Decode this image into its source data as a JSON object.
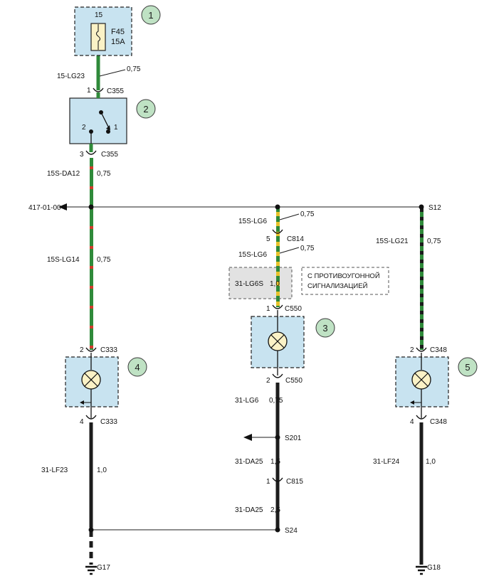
{
  "components": [
    {
      "id": "fuse",
      "callout": "1",
      "pin_label": "15",
      "name": "F45",
      "rating": "15A"
    },
    {
      "id": "switch",
      "callout": "2",
      "contact_a": "2",
      "contact_b": "1"
    },
    {
      "id": "lamp-center",
      "callout": "3"
    },
    {
      "id": "lamp-left",
      "callout": "4"
    },
    {
      "id": "lamp-right",
      "callout": "5"
    }
  ],
  "connectors": {
    "c355_top": {
      "pin": "1",
      "name": "C355"
    },
    "c355_bottom": {
      "pin": "3",
      "name": "C355"
    },
    "c333_top": {
      "pin": "2",
      "name": "C333"
    },
    "c333_bottom": {
      "pin": "4",
      "name": "C333"
    },
    "c814": {
      "pin": "5",
      "name": "C814"
    },
    "c550_top": {
      "pin": "1",
      "name": "C550"
    },
    "c550_bottom": {
      "pin": "2",
      "name": "C550"
    },
    "c348_top": {
      "pin": "2",
      "name": "C348"
    },
    "c348_bottom": {
      "pin": "4",
      "name": "C348"
    },
    "c815": {
      "pin": "1",
      "name": "C815"
    }
  },
  "wires": {
    "w1": {
      "code": "15-LG23",
      "size": "0,75"
    },
    "w2": {
      "code": "15S-DA12",
      "size": "0,75"
    },
    "w3": {
      "code": "15S-LG14",
      "size": "0,75"
    },
    "w4": {
      "code": "31-LF23",
      "size": "1,0"
    },
    "w5": {
      "code": "15S-LG6",
      "size": "0,75"
    },
    "w6": {
      "code": "15S-LG6",
      "size": "0,75"
    },
    "w7": {
      "code": "31-LG6S",
      "size": "1,0"
    },
    "w8": {
      "code": "31-LG6",
      "size": "0,75"
    },
    "w9": {
      "code": "31-DA25",
      "size": "1,5"
    },
    "w10": {
      "code": "31-DA25",
      "size": "2,5"
    },
    "w11": {
      "code": "15S-LG21",
      "size": "0,75"
    },
    "w12": {
      "code": "31-LF24",
      "size": "1,0"
    }
  },
  "splices": {
    "s12": "S12",
    "s201": "S201",
    "s24": "S24"
  },
  "grounds": {
    "g17": "G17",
    "g18": "G18"
  },
  "reference": "417-01-00-6",
  "note_line1": "С ПРОТИВОУГОННОЙ",
  "note_line2": "СИГНАЛИЗАЦИЕЙ",
  "colors": {
    "component_fill": "#c8e3f0",
    "callout_fill": "#bfe2c4",
    "wire_green": "#2f8a3a",
    "wire_red": "#d23a2a",
    "wire_yellow": "#e7c22a",
    "lamp_fill": "#fbf2c6"
  }
}
